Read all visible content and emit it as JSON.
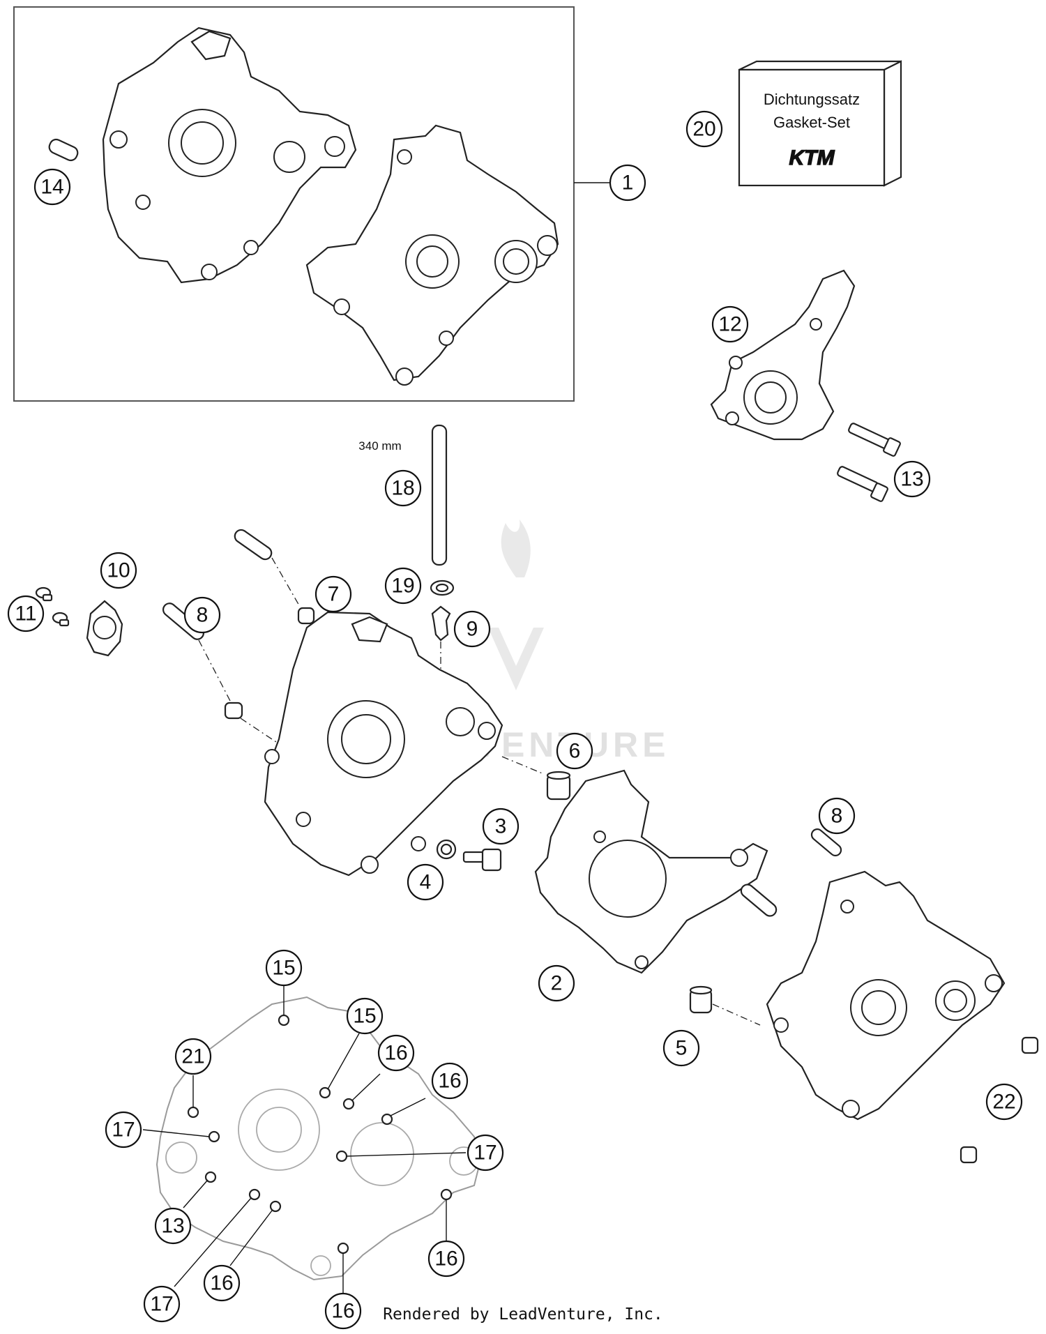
{
  "diagram": {
    "gasket_box": {
      "line1": "Dichtungssatz",
      "line2": "Gasket-Set",
      "brand": "KTM"
    },
    "length_label": "340 mm",
    "callouts": [
      "1",
      "2",
      "3",
      "4",
      "5",
      "6",
      "7",
      "8",
      "9",
      "10",
      "11",
      "12",
      "13",
      "14",
      "15",
      "16",
      "17",
      "18",
      "19",
      "20",
      "21",
      "22"
    ],
    "watermark": "LEADVENTURE"
  },
  "footer": {
    "text": "Rendered by LeadVenture, Inc."
  }
}
